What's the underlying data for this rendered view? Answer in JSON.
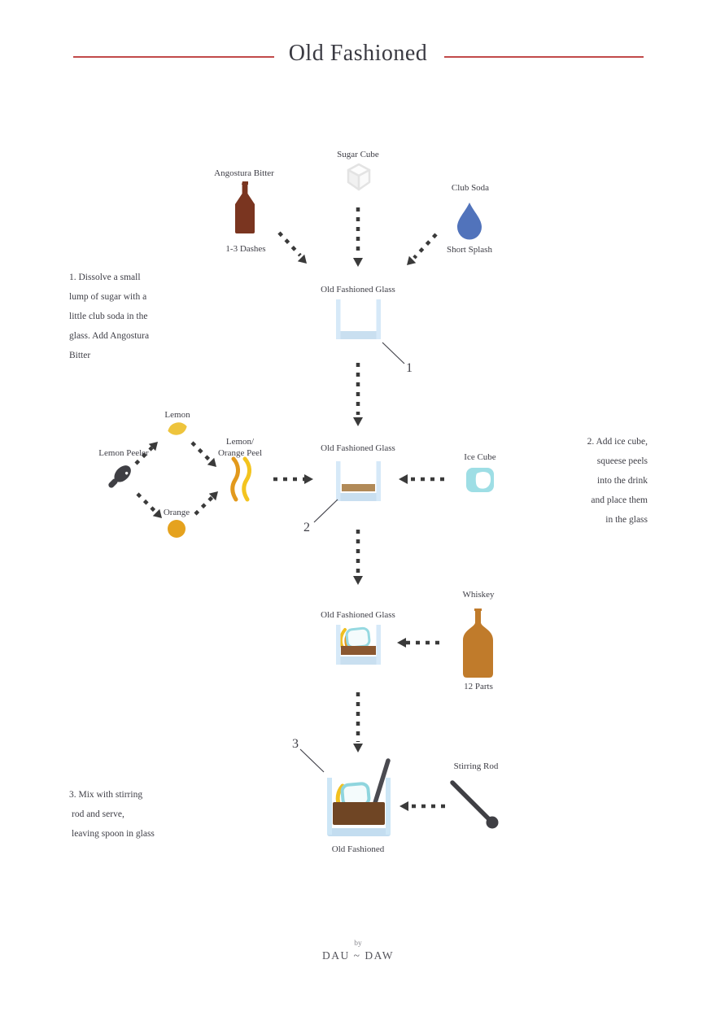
{
  "title": "Old Fashioned",
  "labels": {
    "sugar_cube": "Sugar Cube",
    "angostura": "Angostura Bitter",
    "angostura_amount": "1-3 Dashes",
    "club_soda": "Club Soda",
    "club_soda_amount": "Short Splash",
    "glass1": "Old Fashioned Glass",
    "glass2": "Old Fashioned Glass",
    "glass3": "Old Fashioned Glass",
    "final_glass": "Old Fashioned",
    "lemon": "Lemon",
    "orange": "Orange",
    "lemon_peeler": "Lemon Peeler",
    "peel_line1": "Lemon/",
    "peel_line2": "Orange Peel",
    "ice_cube": "Ice Cube",
    "whiskey": "Whiskey",
    "whiskey_amount": "12 Parts",
    "stirring_rod": "Stirring Rod"
  },
  "steps": {
    "step1": {
      "marker": "1",
      "lines": [
        "1. Dissolve a small",
        "lump of sugar with a",
        "little club soda in the",
        "glass. Add Angostura",
        "Bitter"
      ]
    },
    "step2": {
      "marker": "2",
      "lines": [
        "2. Add ice cube,",
        "squeese peels",
        "into the drink",
        "and place them",
        "in the glass"
      ]
    },
    "step3": {
      "marker": "3",
      "lines": [
        "3. Mix with stirring",
        "rod and serve,",
        "leaving spoon in glass"
      ]
    }
  },
  "footer": {
    "by_label": "by",
    "credit": "DAU ~ DAW"
  },
  "colors": {
    "accent_red": "#c24a4a",
    "arrow": "#3a3a3a",
    "glass_blue": "#d6e9f8",
    "bitters_brown": "#7a3520",
    "soda_blue": "#5173bb",
    "whiskey_amber": "#c07b2b",
    "drink_brown": "#6f4524",
    "liquid_tan": "#b18a58",
    "ice_cyan": "#9edee5",
    "lemon_yellow": "#eec43c",
    "orange_color": "#e5a21e"
  }
}
